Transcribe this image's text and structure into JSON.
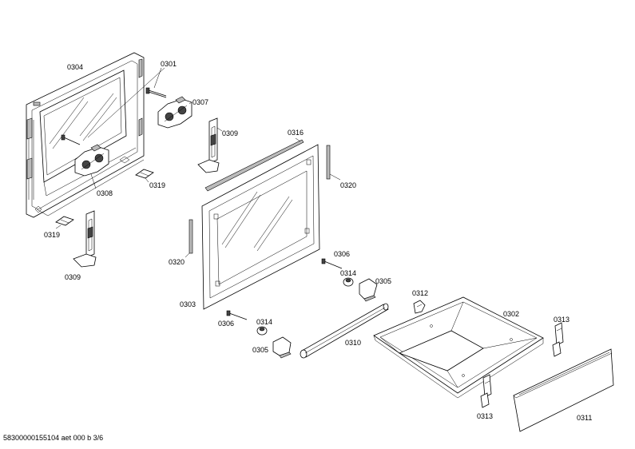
{
  "labels": {
    "p0304": "0304",
    "p0301": "0301",
    "p0307": "0307",
    "p0309a": "0309",
    "p0316": "0316",
    "p0308": "0308",
    "p0319a": "0319",
    "p0320a": "0320",
    "p0319b": "0319",
    "p0309b": "0309",
    "p0320b": "0320",
    "p0306a": "0306",
    "p0314a": "0314",
    "p0305a": "0305",
    "p0312": "0312",
    "p0302": "0302",
    "p0303": "0303",
    "p0306b": "0306",
    "p0314b": "0314",
    "p0310": "0310",
    "p0313a": "0313",
    "p0305b": "0305",
    "p0313b": "0313",
    "p0311": "0311"
  },
  "footer": "58300000155104 aet 000 b 3/6"
}
